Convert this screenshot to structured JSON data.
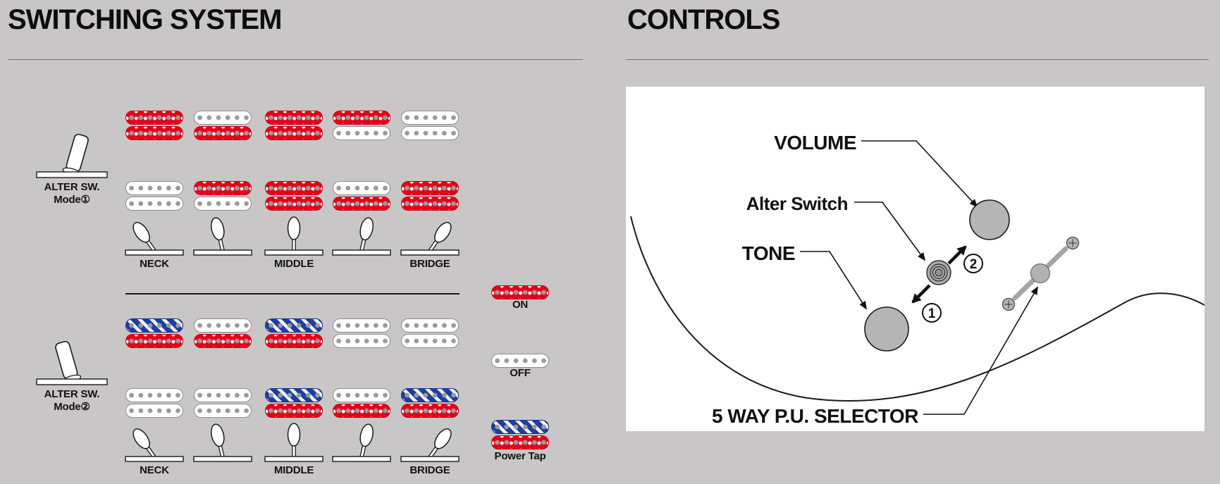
{
  "left": {
    "title": "SWITCHING SYSTEM",
    "position_labels": [
      {
        "col": 0,
        "label": "NECK"
      },
      {
        "col": 2,
        "label": "MIDDLE"
      },
      {
        "col": 4,
        "label": "BRIDGE"
      }
    ],
    "modes": [
      {
        "switch_label": "ALTER SW.",
        "mode_label": "Mode①",
        "toggle_lean": "right",
        "lever_angles": [
          -35,
          -13,
          0,
          13,
          35
        ],
        "rows": [
          {
            "name": "neck-pickup",
            "coils": [
              [
                "on",
                "on"
              ],
              [
                "off",
                "on"
              ],
              [
                "on",
                "on"
              ],
              [
                "on",
                "off"
              ],
              [
                "off",
                "off"
              ]
            ]
          },
          {
            "name": "bridge-pickup",
            "coils": [
              [
                "off",
                "off"
              ],
              [
                "on",
                "off"
              ],
              [
                "on",
                "on"
              ],
              [
                "off",
                "on"
              ],
              [
                "on",
                "on"
              ]
            ]
          }
        ]
      },
      {
        "switch_label": "ALTER SW.",
        "mode_label": "Mode②",
        "toggle_lean": "left",
        "lever_angles": [
          -35,
          -13,
          0,
          13,
          35
        ],
        "rows": [
          {
            "name": "neck-pickup",
            "coils": [
              [
                "tap",
                "on"
              ],
              [
                "off",
                "on"
              ],
              [
                "tap",
                "on"
              ],
              [
                "off",
                "off"
              ],
              [
                "off",
                "off"
              ]
            ]
          },
          {
            "name": "bridge-pickup",
            "coils": [
              [
                "off",
                "off"
              ],
              [
                "off",
                "off"
              ],
              [
                "tap",
                "on"
              ],
              [
                "off",
                "on"
              ],
              [
                "tap",
                "on"
              ]
            ]
          }
        ]
      }
    ],
    "legend": [
      {
        "label": "ON",
        "coils": [
          "on"
        ]
      },
      {
        "label": "OFF",
        "coils": [
          "off"
        ]
      },
      {
        "label": "Power Tap",
        "coils": [
          "tap",
          "on"
        ]
      }
    ]
  },
  "right": {
    "title": "CONTROLS",
    "labels": {
      "volume": "VOLUME",
      "alter_switch": "Alter Switch",
      "tone": "TONE",
      "selector": "5 WAY P.U. SELECTOR"
    },
    "markers": {
      "position1": "1",
      "position2": "2"
    }
  },
  "colors": {
    "background": "#c8c6c6",
    "coil_on_red": "#e50019",
    "coil_tap_blue": "#1e3f9f",
    "coil_off_white": "#ffffff",
    "pole_dot_gray": "#9a9a9a",
    "panel_white": "#ffffff"
  }
}
